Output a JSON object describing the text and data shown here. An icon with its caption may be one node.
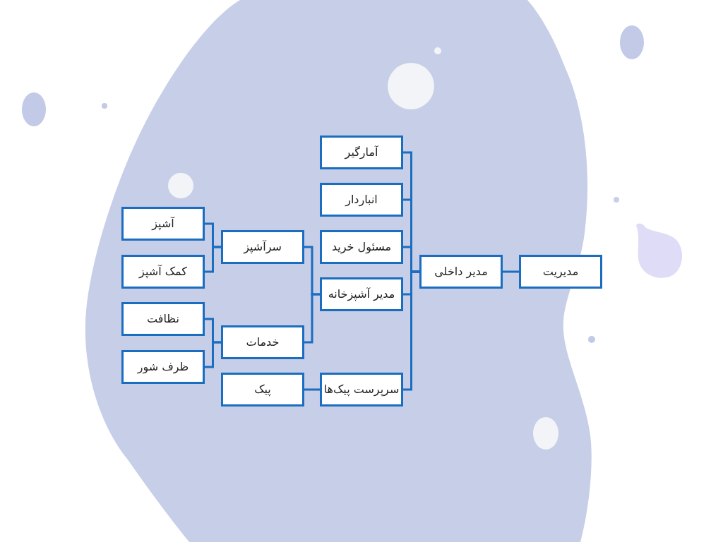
{
  "diagram": {
    "nodes": [
      {
        "text": [
          "مدیریت"
        ]
      },
      {
        "text": [
          "مدیر داخلی"
        ]
      },
      {
        "text": [
          "آمارگیر"
        ]
      },
      {
        "text": [
          "انباردار"
        ]
      },
      {
        "text": [
          "مسئول خرید"
        ]
      },
      {
        "text": [
          "مدیر آشپزخانه"
        ]
      },
      {
        "text": [
          "سرپرست پیک‌ها"
        ]
      },
      {
        "text": [
          "سرآشپز"
        ]
      },
      {
        "text": [
          "خدمات"
        ]
      },
      {
        "text": [
          "پیک"
        ]
      },
      {
        "text": [
          "آشپز"
        ]
      },
      {
        "text": [
          "کمک آشپز"
        ]
      },
      {
        "text": [
          "نظافت"
        ]
      },
      {
        "text": [
          "ظرف شور"
        ]
      }
    ],
    "edges": [
      {
        "from": 0,
        "to": 1,
        "arrow": "none"
      },
      {
        "from": 1,
        "to": 2,
        "arrow": "none"
      },
      {
        "from": 1,
        "to": 3,
        "arrow": "none"
      },
      {
        "from": 1,
        "to": 4,
        "arrow": "none"
      },
      {
        "from": 1,
        "to": 5,
        "arrow": "none"
      },
      {
        "from": 1,
        "to": 6,
        "arrow": "none"
      },
      {
        "from": 5,
        "to": 7,
        "arrow": "none"
      },
      {
        "from": 5,
        "to": 8,
        "arrow": "none"
      },
      {
        "from": 6,
        "to": 9,
        "arrow": "none"
      },
      {
        "from": 7,
        "to": 10,
        "arrow": "none"
      },
      {
        "from": 7,
        "to": 11,
        "arrow": "none"
      },
      {
        "from": 8,
        "to": 12,
        "arrow": "none"
      },
      {
        "from": 8,
        "to": 13,
        "arrow": "none"
      }
    ]
  }
}
